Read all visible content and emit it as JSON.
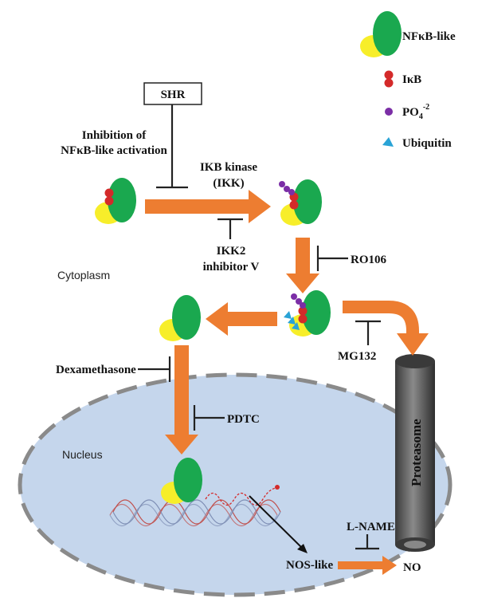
{
  "legend": {
    "nfkb": "NFκB-like",
    "ikb": "IκB",
    "po4_base": "PO",
    "po4_sub": "4",
    "po4_sup": "-2",
    "ubiquitin": "Ubiquitin"
  },
  "labels": {
    "shr": "SHR",
    "inhibition_line1": "Inhibition of",
    "inhibition_line2": "NFκB-like activation",
    "ikk_line1": "IKB kinase",
    "ikk_line2": "(IKK)",
    "ikk2_line1": "IKK2",
    "ikk2_line2": "inhibitor V",
    "cytoplasm": "Cytoplasm",
    "ro106": "RO106",
    "mg132": "MG132",
    "proteasome": "Proteasome",
    "dexamethasone": "Dexamethasone",
    "pdtc": "PDTC",
    "nucleus": "Nucleus",
    "lname": "L-NAME",
    "nos": "NOS-like",
    "no": "NO"
  },
  "colors": {
    "arrow": "#ed7d31",
    "nfkb_green": "#1aa84f",
    "nfkb_yellow": "#f7ee2a",
    "ikb_red": "#d42a2a",
    "phosphate": "#7b2ea6",
    "ubiquitin": "#29a3d6",
    "nucleus_fill": "#c5d6ec",
    "nucleus_border": "#8a8a8a",
    "proteasome": "#555555"
  }
}
